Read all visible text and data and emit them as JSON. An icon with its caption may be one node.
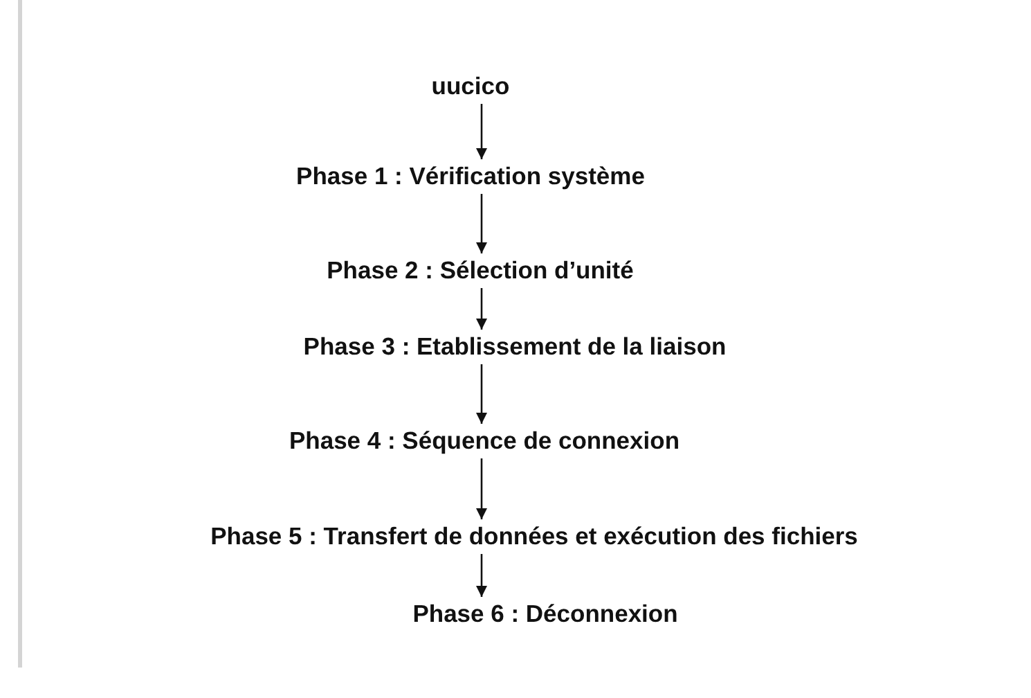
{
  "diagram": {
    "nodes": [
      {
        "text": [
          "uucico"
        ]
      },
      {
        "text": [
          "Phase 1 : Vérification système"
        ]
      },
      {
        "text": [
          "Phase 2 : Sélection d’unité"
        ]
      },
      {
        "text": [
          "Phase 3 : Etablissement de la liaison"
        ]
      },
      {
        "text": [
          "Phase 4 : Séquence de connexion"
        ]
      },
      {
        "text": [
          "Phase 5 : Transfert de données et exécution des fichiers"
        ]
      },
      {
        "text": [
          "Phase 6 : Déconnexion"
        ]
      }
    ],
    "edges": [
      {
        "from": 0,
        "to": 1,
        "arrow": "to"
      },
      {
        "from": 1,
        "to": 2,
        "arrow": "to"
      },
      {
        "from": 2,
        "to": 3,
        "arrow": "to"
      },
      {
        "from": 3,
        "to": 4,
        "arrow": "to"
      },
      {
        "from": 4,
        "to": 5,
        "arrow": "to"
      },
      {
        "from": 5,
        "to": 6,
        "arrow": "to"
      }
    ]
  }
}
